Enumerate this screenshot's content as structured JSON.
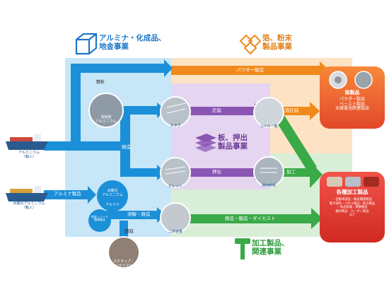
{
  "sections": {
    "alumina_title": "アルミナ・化成品、\n地金事業",
    "powder_title": "箔、粉末\n製品事業",
    "sheet_title": "板、押出\n製品事業",
    "processed_title": "加工製品、\n関連事業"
  },
  "inputs": {
    "ingot_import": "アルミニウム\n（輸入）",
    "hydroxide_import": "水酸化アルミニウム\n（輸入）"
  },
  "flows": {
    "refining": "精析",
    "casting": "鋳造",
    "alumina_production": "アルミナ製造",
    "powder_production": "パウダー製造",
    "rolling": "圧延",
    "foil_rolling": "箔圧延",
    "extrusion": "押出",
    "melting_casting": "溶解・鋳造",
    "processing": "加工",
    "cast_forge_diecast": "鋳造・鍛造・ダイカスト",
    "recovery": "回収"
  },
  "nodes": {
    "high_purity": "高純度\nアルミニウム",
    "hydroxide": "水酸化\nアルミニウム",
    "alumina": "アルミナ",
    "ingot_alloy": "地金・ノード\n製錬製品",
    "slab": "スラブ",
    "billet": "ビレット",
    "secondary_alloy": "二次合金",
    "coil": "コイル・板",
    "extruded": "押出形材",
    "scrap": "スクラップ・\nリサイクル"
  },
  "products": {
    "foil_title": "箔製品",
    "foil_items": "パウダー製品\nペースト製品\n太陽電池関連製品",
    "processed_title": "各種加工製品",
    "processed_items": "・自動車部品・輸送関連製品\n電子材料・パネル製品・熱交製品\n・食品容器・景観製品\n鍛材製品・カーボン製品\nなど"
  },
  "colors": {
    "blue": "#1b8fd8",
    "blue_panel": "#c7e6f7",
    "orange": "#f08a1c",
    "orange_panel": "#fde2c3",
    "purple": "#8a55b3",
    "purple_panel": "#e5d5f0",
    "green": "#3aa948",
    "green_panel": "#d9eed6",
    "red": "#e5362e"
  }
}
